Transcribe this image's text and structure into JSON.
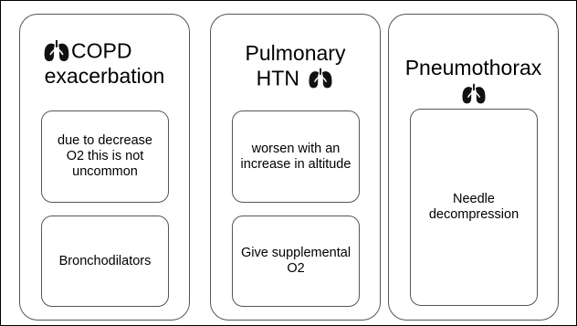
{
  "columns": [
    {
      "title_line1": "COPD",
      "title_line2": "exacerbation",
      "icon": "lungs-icon",
      "boxes": [
        "due to decrease O2 this is not uncommon",
        "Bronchodilators"
      ]
    },
    {
      "title_line1": "Pulmonary",
      "title_line2": "HTN",
      "icon": "lungs-icon",
      "boxes": [
        "worsen with an increase in altitude",
        "Give supplemental O2"
      ]
    },
    {
      "title_line1": "Pneumothorax",
      "icon": "lungs-icon",
      "boxes": [
        "Needle decompression"
      ]
    }
  ],
  "colors": {
    "border": "#555555",
    "icon": "#111111",
    "background": "#ffffff"
  }
}
